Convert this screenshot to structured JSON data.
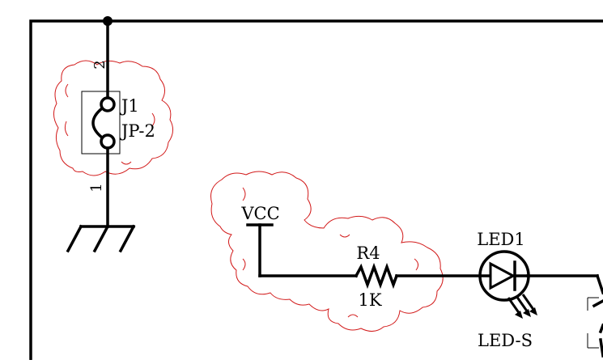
{
  "schematic": {
    "jumper": {
      "designator": "J1",
      "part": "JP-2",
      "pin_top": "2",
      "pin_bottom": "1"
    },
    "power_port": {
      "net": "VCC"
    },
    "resistor": {
      "designator": "R4",
      "value": "1K"
    },
    "led": {
      "designator": "LED1",
      "part": "LED-S"
    }
  },
  "colors": {
    "wire": "#000000",
    "revision_cloud": "#d21a1a",
    "background": "#ffffff"
  }
}
